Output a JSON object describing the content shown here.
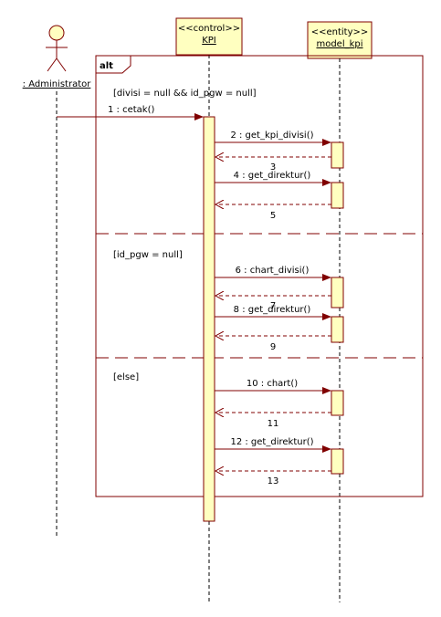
{
  "actor": {
    "name": ": Administrator"
  },
  "lifelines": [
    {
      "stereotype": "<<control>>",
      "name": "KPI"
    },
    {
      "stereotype": "<<entity>>",
      "name": "model_kpi"
    }
  ],
  "fragment": {
    "operator": "alt",
    "guards": [
      "[divisi = null && id_pgw = null]",
      "[id_pgw = null]",
      "[else]"
    ]
  },
  "messages": [
    {
      "label": "1 : cetak()"
    },
    {
      "label": "2 : get_kpi_divisi()"
    },
    {
      "label": "3"
    },
    {
      "label": "4 : get_direktur()"
    },
    {
      "label": "5"
    },
    {
      "label": "6 : chart_divisi()"
    },
    {
      "label": "7"
    },
    {
      "label": "8 : get_direktur()"
    },
    {
      "label": "9"
    },
    {
      "label": "10 : chart()"
    },
    {
      "label": "11"
    },
    {
      "label": "12 : get_direktur()"
    },
    {
      "label": "13"
    }
  ],
  "colors": {
    "box_fill": "#ffffc0",
    "box_stroke": "#800000",
    "line": "#800000",
    "lifeline": "#000000"
  }
}
